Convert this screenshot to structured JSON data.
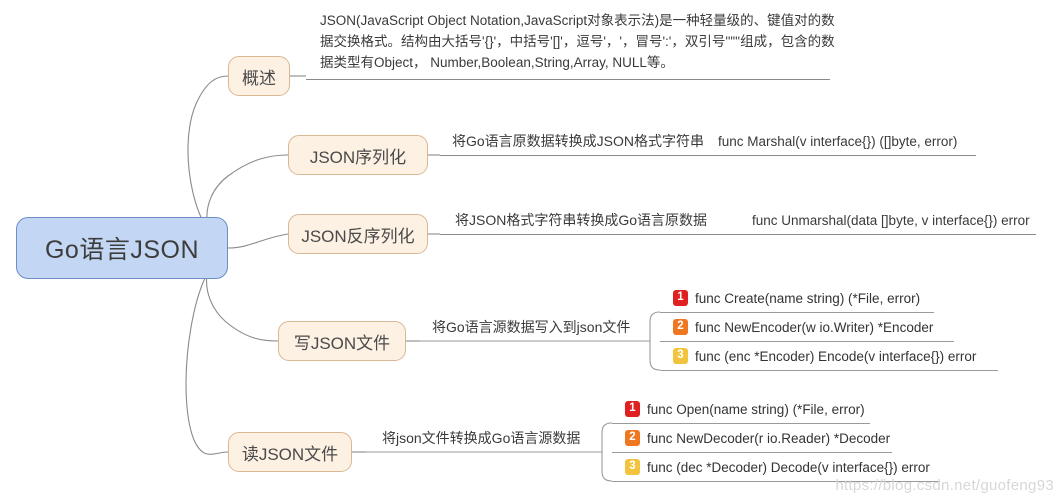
{
  "root": {
    "label": "Go语言JSON",
    "color": "#c3d7f4",
    "border_color": "#6b8fc4"
  },
  "theme": {
    "branch_fill": "#fdf1e4",
    "branch_border": "#d8b894",
    "line_color": "#8a8a8a",
    "badge_1": "#e02121",
    "badge_2": "#ef7722",
    "badge_3": "#f2c33c"
  },
  "branches": [
    {
      "label": "概述",
      "detail": "JSON(JavaScript Object Notation,JavaScript对象表示法)是一种轻量级的、键值对的数据交换格式。结构由大括号'{}'，中括号'[]'，逗号'，'，冒号':'，双引号'\"\"'组成，包含的数据类型有Object， Number,Boolean,String,Array, NULL等。"
    },
    {
      "label": "JSON序列化",
      "detail": "将Go语言原数据转换成JSON格式字符串",
      "signature": "func Marshal(v interface{}) ([]byte, error)"
    },
    {
      "label": "JSON反序列化",
      "detail": "将JSON格式字符串转换成Go语言原数据",
      "signature": "func Unmarshal(data []byte, v interface{}) error"
    },
    {
      "label": "写JSON文件",
      "detail": "将Go语言源数据写入到json文件",
      "items": [
        {
          "num": "1",
          "text": "func Create(name string) (*File, error)"
        },
        {
          "num": "2",
          "text": "func NewEncoder(w io.Writer) *Encoder"
        },
        {
          "num": "3",
          "text": "func (enc *Encoder) Encode(v interface{}) error"
        }
      ]
    },
    {
      "label": "读JSON文件",
      "detail": "将json文件转换成Go语言源数据",
      "items": [
        {
          "num": "1",
          "text": "func Open(name string) (*File, error)"
        },
        {
          "num": "2",
          "text": "func NewDecoder(r io.Reader) *Decoder"
        },
        {
          "num": "3",
          "text": "func (dec *Decoder) Decode(v interface{}) error"
        }
      ]
    }
  ],
  "watermark": "https://blog.csdn.net/guofeng93"
}
